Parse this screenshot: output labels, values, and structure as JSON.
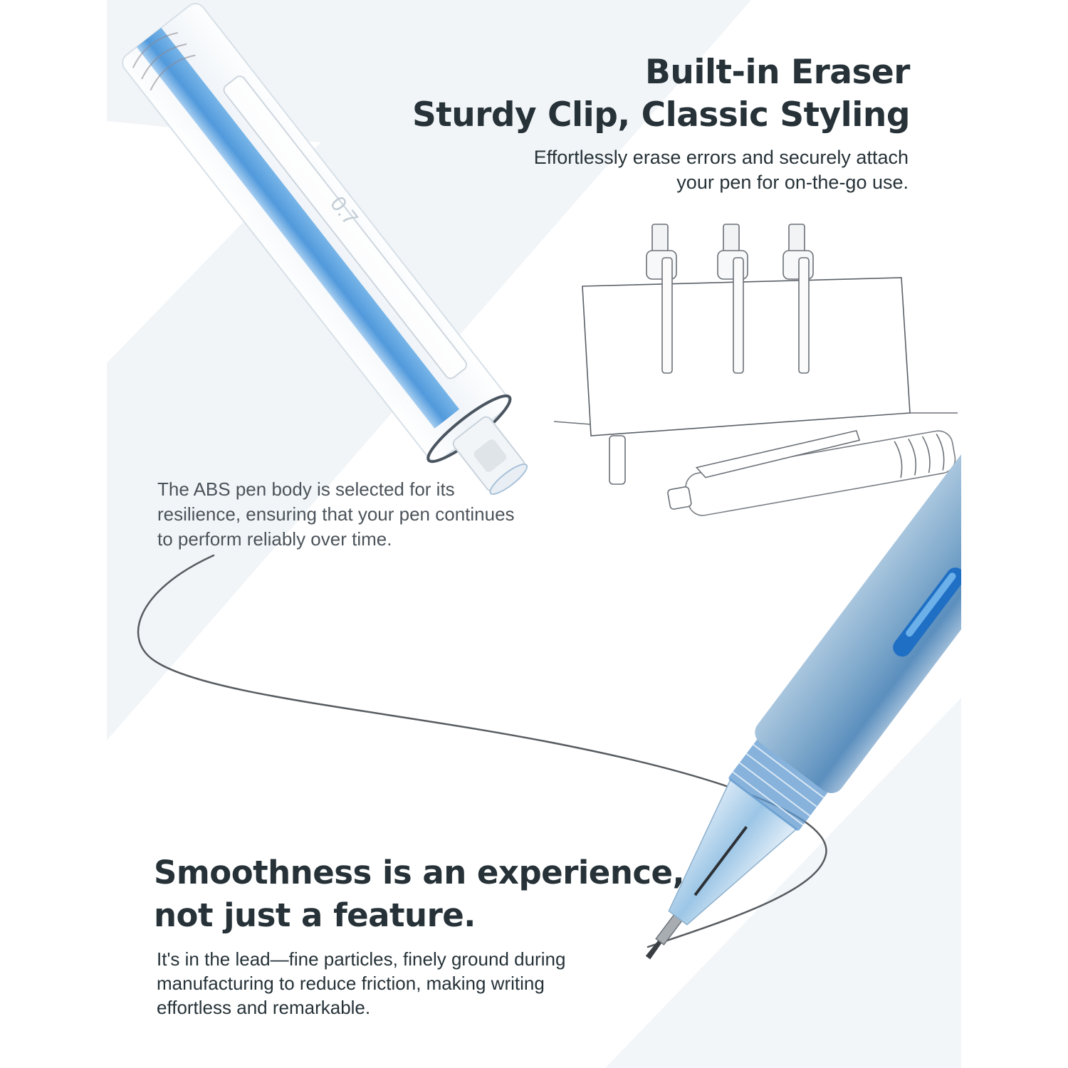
{
  "colors": {
    "heading": "#263238",
    "body_text": "#4b535a",
    "background_panel": "#ffffff",
    "background_diagonal": "#f1f5f8",
    "pen_core_blue": "#3f8fd8",
    "frosted_pen_blue": "#7fa9cc",
    "window_blue": "#1f6fc4",
    "scribble": "#3a3f44"
  },
  "top_feature": {
    "title_lines": [
      "Built-in Eraser",
      "Sturdy Clip, Classic Styling"
    ],
    "description_lines": [
      "Effortlessly erase errors and securely attach",
      "your pen for on-the-go use."
    ]
  },
  "middle_feature": {
    "description_lines": [
      "The ABS pen body is selected for its",
      "resilience, ensuring that your pen continues",
      "to perform reliably over time."
    ]
  },
  "bottom_feature": {
    "title_lines": [
      "Smoothness is an experience,",
      "not just a feature."
    ],
    "description_lines": [
      "It's in the lead—fine particles, finely ground during",
      "manufacturing to reduce friction, making writing",
      "effortless and remarkable."
    ]
  },
  "images": {
    "top_pen": {
      "label": "transparent-pen-with-blue-core",
      "marking": "0.7"
    },
    "sketch": {
      "label": "pens-clipped-on-card-sketch",
      "clipped_pen_count": 3
    },
    "bottom_pen": {
      "label": "frosted-blue-mechanical-pencil-writing"
    }
  }
}
